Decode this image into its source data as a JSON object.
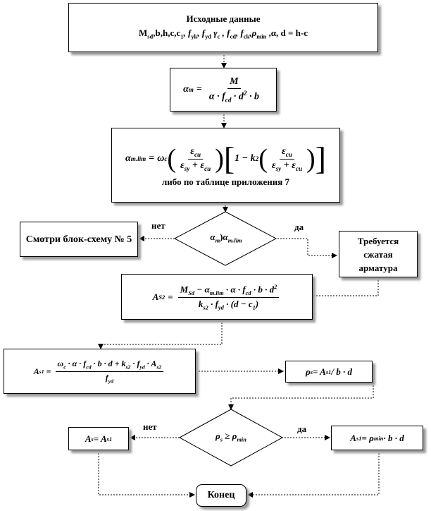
{
  "nodes": {
    "start": {
      "line1": "Исходные данные",
      "line2": "M",
      "line2_sub": "sd",
      "line2_rest": ",b,h,c,c",
      "line2_rest_sub": "1",
      "line2_tail": ",  f",
      "f1_sub": "yk",
      "f2": ", f",
      "f2_sub": "yd",
      "gamma": "  γ",
      "gamma_sub": "c",
      "f3": " , f",
      "f3_sub": "cd",
      "f4": ", f",
      "f4_sub": "ck",
      "rho": ",ρ",
      "rho_sub": "min",
      "tail": " ,α,  d = h-c"
    },
    "alpha_m": {
      "lhs": "α",
      "lhs_sub": "m",
      "eq": "=",
      "num": "M",
      "den_a": "α · f",
      "den_a_sub": "cd",
      "den_b": " · d",
      "den_b_sup": "2",
      "den_c": " · b"
    },
    "alpha_lim": {
      "lhs": "α",
      "lhs_sub": "m.lim",
      "eq": "=",
      "omega": "ω",
      "omega_sub": "c",
      "num1": "ε",
      "num1_sub": "cu",
      "den1a": "ε",
      "den1a_sub": "sy",
      "den1b": " + ε",
      "den1b_sub": "cu",
      "one": "1 − k",
      "k_sub": "2",
      "note": "либо по таблице приложения 7"
    },
    "decision1": {
      "lhs": "α",
      "lhs_sub": "m",
      "op": ")",
      "rhs": "α",
      "rhs_sub": "m.lim"
    },
    "see_scheme": {
      "text": "Смотри блок-схему № 5"
    },
    "compressed": {
      "text": "Требуется сжатая арматура"
    },
    "as2": {
      "lhs": "A",
      "lhs_sub": "S2",
      "num_a": "M",
      "num_a_sub": "Sd",
      "num_b": " − α",
      "num_b_sub": "m.lim",
      "num_c": " · α · f",
      "num_c_sub": "cd",
      "num_d": " · b · d",
      "num_d_sup": "2",
      "den_a": "k",
      "den_a_sub": "s2",
      "den_b": " · f",
      "den_b_sub": "yd",
      "den_c": " · (d − c",
      "den_c_sub": "1",
      "den_d": ")"
    },
    "as1": {
      "lhs": "A",
      "lhs_sub": "s1",
      "num_a": "ω",
      "num_a_sub": "c",
      "num_b": " · α · f",
      "num_b_sub": "cd",
      "num_c": " · b · d + k",
      "num_c_sub": "s2",
      "num_d": " · f",
      "num_d_sub": "yd",
      "num_e": " · A",
      "num_e_sub": "s2",
      "den": "f",
      "den_sub": "yd"
    },
    "rho_calc": {
      "lhs": "ρ",
      "lhs_sub": "s",
      "rhs": " = A",
      "rhs_sub": "s1",
      "tail": " / b · d"
    },
    "decision2": {
      "lhs": "ρ",
      "lhs_sub": "s",
      "op": " ≥ ρ",
      "op_sub": "min"
    },
    "as_eq": {
      "lhs": "A",
      "lhs_sub": "s",
      "rhs": " = A",
      "rhs_sub": "s1"
    },
    "as1_min": {
      "lhs": "A",
      "lhs_sub": "s1",
      "rhs": " = ρ",
      "rhs_sub": "min",
      "tail": " · b · d"
    },
    "end": {
      "text": "Конец"
    }
  },
  "edge_labels": {
    "no1": "нет",
    "yes1": "да",
    "no2": "нет",
    "yes2": "да"
  }
}
